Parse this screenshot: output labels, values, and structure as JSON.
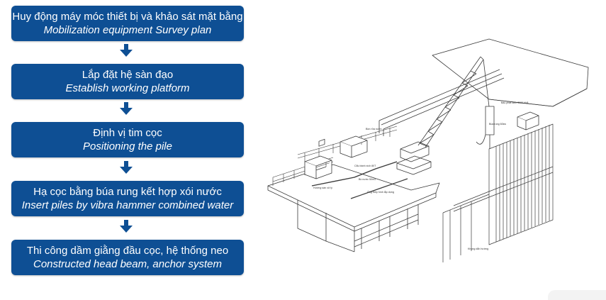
{
  "steps": [
    {
      "vi": "Huy động máy móc thiết bị và khảo sát mặt bằng",
      "en": "Mobilization equipment Survey plan"
    },
    {
      "vi": "Lắp đặt hệ sàn đạo",
      "en": "Establish working platform"
    },
    {
      "vi": "Định vị tim cọc",
      "en": "Positioning the pile"
    },
    {
      "vi": "Hạ cọc bằng búa rung kết hợp xói nước",
      "en": "Insert piles by vibra hammer combined water"
    },
    {
      "vi": "Thi công dầm giằng đầu cọc, hệ thống neo",
      "en": "Constructed head beam, anchor system"
    }
  ],
  "colors": {
    "box": "#0e4f94",
    "box_text": "#ffffff",
    "line": "#3a3a3a"
  },
  "drawing": {
    "labels": {
      "l1": "Bảo phát điện 3000 kVA",
      "l2": "Búa rung 60kw",
      "l3": "Bồn rửa nước",
      "l4": "Cẩu bánh xích 80T",
      "l5": "Bồ nước 50m3",
      "l6": "Hướng sàn xử lý",
      "l7": "Ống thép hình lắp dựng",
      "l8": "Khung dẫn hướng"
    }
  }
}
